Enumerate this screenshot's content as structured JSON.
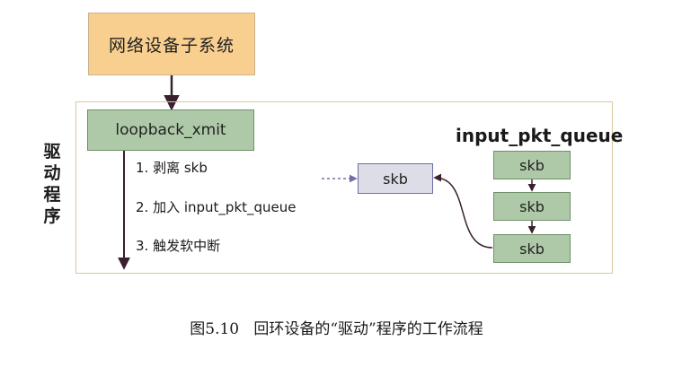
{
  "network_subsystem": {
    "label": "网络设备子系统"
  },
  "driver": {
    "label_lines": [
      "驱",
      "动",
      "程",
      "序"
    ]
  },
  "xmit": {
    "label": "loopback_xmit"
  },
  "steps": [
    "1. 剥离 skb",
    "2. 加入 input_pkt_queue",
    "3. 触发软中断"
  ],
  "skb_main": {
    "label": "skb"
  },
  "queue": {
    "title": "input_pkt_queue",
    "items": [
      "skb",
      "skb",
      "skb"
    ]
  },
  "caption": "图5.10   回环设备的“驱动”程序的工作流程",
  "colors": {
    "orange_box": "#f9cf8f",
    "green_box": "#aec9a8",
    "skb_box": "#dcdde6",
    "frame": "#d8c99c",
    "arrow": "#3a1f2e"
  }
}
